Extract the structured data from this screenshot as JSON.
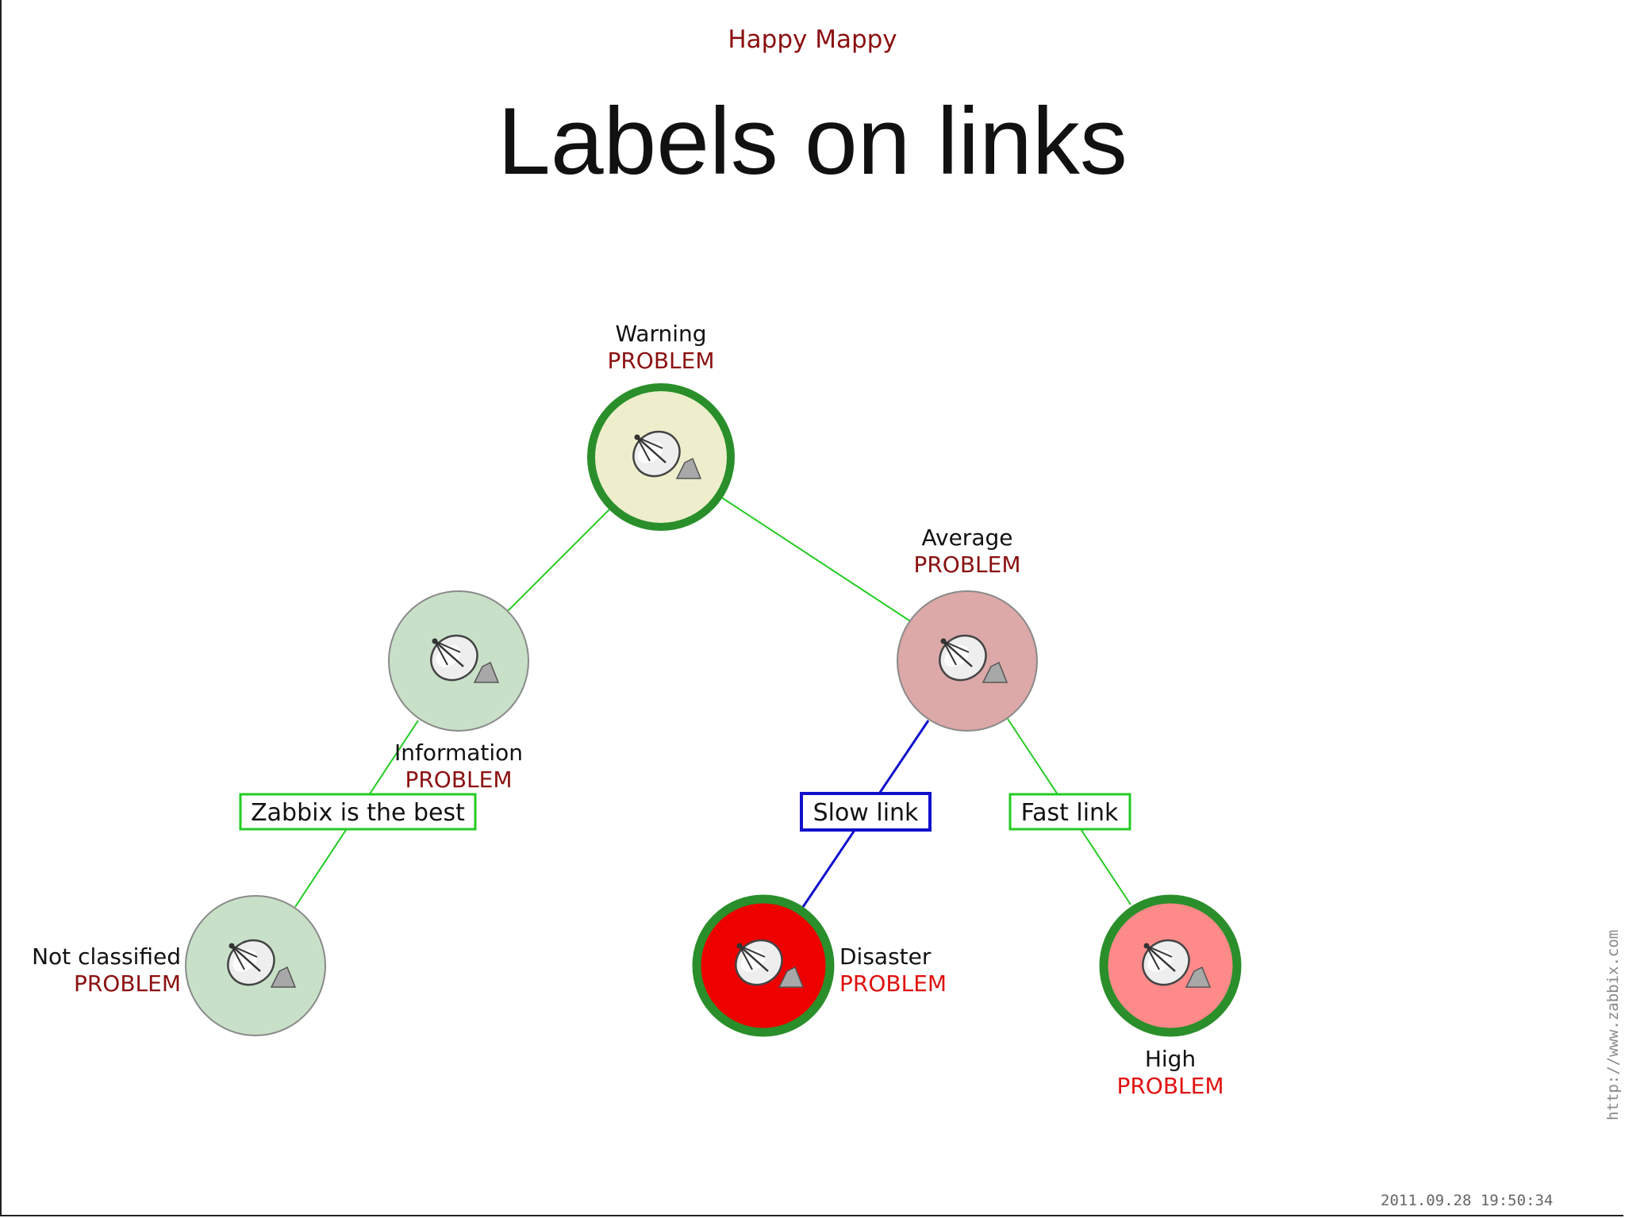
{
  "map": {
    "title": "Happy Mappy",
    "url": "http://www.zabbix.com",
    "timestamp": "2011.09.28 19:50:34"
  },
  "slide": {
    "title": "Labels on links"
  },
  "colors": {
    "problem_dark": "#8b1010",
    "problem_bright": "#e01010",
    "link_ok": "#22cc22",
    "link_slow": "#1010cc",
    "ring": "#2a8f2a"
  },
  "nodes": [
    {
      "id": "warning",
      "name": "Warning",
      "status": "PROBLEM",
      "fill": "#eeeecc",
      "ring": true,
      "status_color": "#8b1010",
      "icon": "satellite-dish-icon"
    },
    {
      "id": "information",
      "name": "Information",
      "status": "PROBLEM",
      "fill": "#c8e0c8",
      "ring": false,
      "status_color": "#8b1010",
      "icon": "satellite-dish-icon"
    },
    {
      "id": "average",
      "name": "Average",
      "status": "PROBLEM",
      "fill": "#dca8a8",
      "ring": false,
      "status_color": "#8b1010",
      "icon": "satellite-dish-icon"
    },
    {
      "id": "not-classified",
      "name": "Not classified",
      "status": "PROBLEM",
      "fill": "#c8e0c8",
      "ring": false,
      "status_color": "#8b1010",
      "icon": "satellite-dish-icon"
    },
    {
      "id": "disaster",
      "name": "Disaster",
      "status": "PROBLEM",
      "fill": "#ee0000",
      "ring": true,
      "status_color": "#e01010",
      "icon": "satellite-dish-icon"
    },
    {
      "id": "high",
      "name": "High",
      "status": "PROBLEM",
      "fill": "#ff8a8a",
      "ring": true,
      "status_color": "#e01010",
      "icon": "satellite-dish-icon"
    }
  ],
  "links": [
    {
      "from": "warning",
      "to": "information",
      "label": "",
      "color": "#22cc22"
    },
    {
      "from": "warning",
      "to": "average",
      "label": "",
      "color": "#22cc22"
    },
    {
      "from": "information",
      "to": "not-classified",
      "label": "Zabbix is the best",
      "color": "#22cc22"
    },
    {
      "from": "average",
      "to": "disaster",
      "label": "Slow link",
      "color": "#1010cc"
    },
    {
      "from": "average",
      "to": "high",
      "label": "Fast link",
      "color": "#22cc22"
    }
  ]
}
